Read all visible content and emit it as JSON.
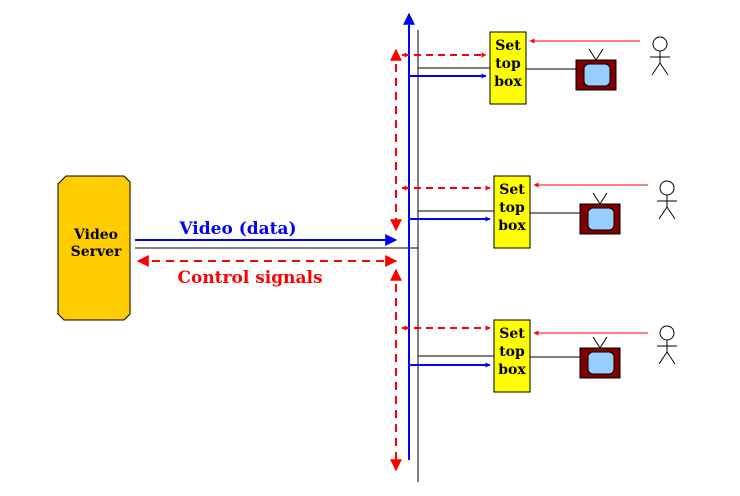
{
  "server": {
    "line1": "Video",
    "line2": "Server"
  },
  "labels": {
    "video": "Video (data)",
    "control": "Control signals"
  },
  "set_top_box": [
    {
      "line1": "Set",
      "line2": "top",
      "line3": "box"
    },
    {
      "line1": "Set",
      "line2": "top",
      "line3": "box"
    },
    {
      "line1": "Set",
      "line2": "top",
      "line3": "box"
    }
  ],
  "colors": {
    "video": "#0000ff",
    "control": "#ff0000",
    "server_fill": "#ffcc00",
    "box_fill": "#ffff00",
    "tv_body": "#800000",
    "tv_screen": "#99ccff"
  },
  "icons": [
    "television-icon",
    "person-icon"
  ]
}
